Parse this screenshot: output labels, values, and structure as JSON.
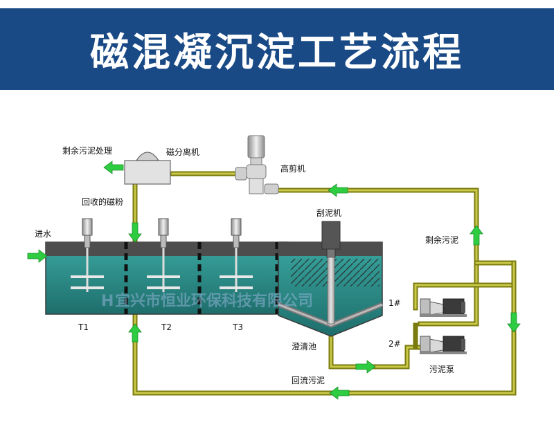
{
  "title": "磁混凝沉淀工艺流程",
  "colors": {
    "banner": "#1a4a86",
    "pipe": "#8a8a14",
    "pipe_inner": "#c9c94a",
    "arrow": "#2ecc40",
    "water": "#2d8a86",
    "tank_top": "#4a4a4a",
    "tank_edge": "#555555"
  },
  "labels": {
    "excess_sludge_treatment": "剩余污泥处理",
    "magnetic_separator": "磁分离机",
    "high_shear": "高剪机",
    "recovered_powder": "回收的磁粉",
    "scraper": "刮泥机",
    "inlet": "进水",
    "excess_sludge": "剩余污泥",
    "pump1": "1#",
    "pump2": "2#",
    "sludge_pump": "污泥泵",
    "clarifier": "澄清池",
    "return_sludge": "回流污泥",
    "t1": "T1",
    "t2": "T2",
    "t3": "T3"
  },
  "watermark": "宜兴市恒业环保科技有限公司",
  "icons": [
    "mixer-icon",
    "pump-icon",
    "flow-arrow-icon",
    "watermark-logo-icon"
  ]
}
